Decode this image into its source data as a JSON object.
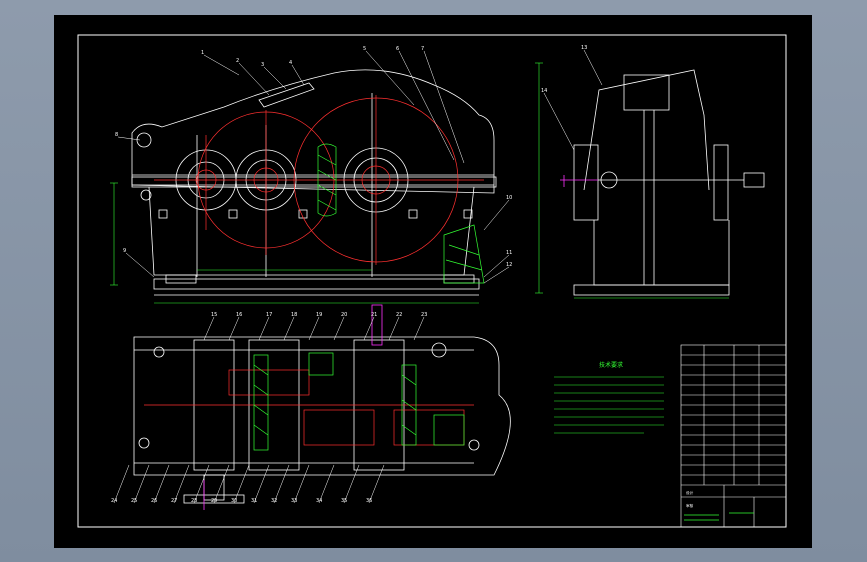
{
  "viewer": {
    "background_color": "#8695a6",
    "canvas_color": "#000000",
    "line_color": "#ffffff",
    "gear_color": "#ff3030",
    "dimension_color": "#33ff33",
    "hatch_color": "#33ff33",
    "shaft_color": "#ff33ff",
    "label_color": "#ffffff"
  },
  "drawing": {
    "views": [
      {
        "name": "front-view",
        "description_icon": "gearbox-front-elevation"
      },
      {
        "name": "side-view",
        "description_icon": "gearbox-side-elevation"
      },
      {
        "name": "top-section-view",
        "description_icon": "gearbox-plan-section"
      }
    ],
    "front_callouts": [
      "1",
      "2",
      "3",
      "4",
      "5",
      "6",
      "7",
      "8",
      "9",
      "10",
      "11",
      "12"
    ],
    "side_callouts": [
      "13",
      "14"
    ],
    "bottom_callouts": [
      "15",
      "16",
      "17",
      "18",
      "19",
      "20",
      "21",
      "22",
      "23",
      "24",
      "25",
      "26",
      "27",
      "28",
      "29",
      "30",
      "31",
      "32",
      "33",
      "34",
      "35",
      "36"
    ],
    "notes_title": "技术要求",
    "notes_lines_count": 8
  },
  "title_block": {
    "rows": 14,
    "label_a": "设计",
    "label_b": "审核"
  }
}
